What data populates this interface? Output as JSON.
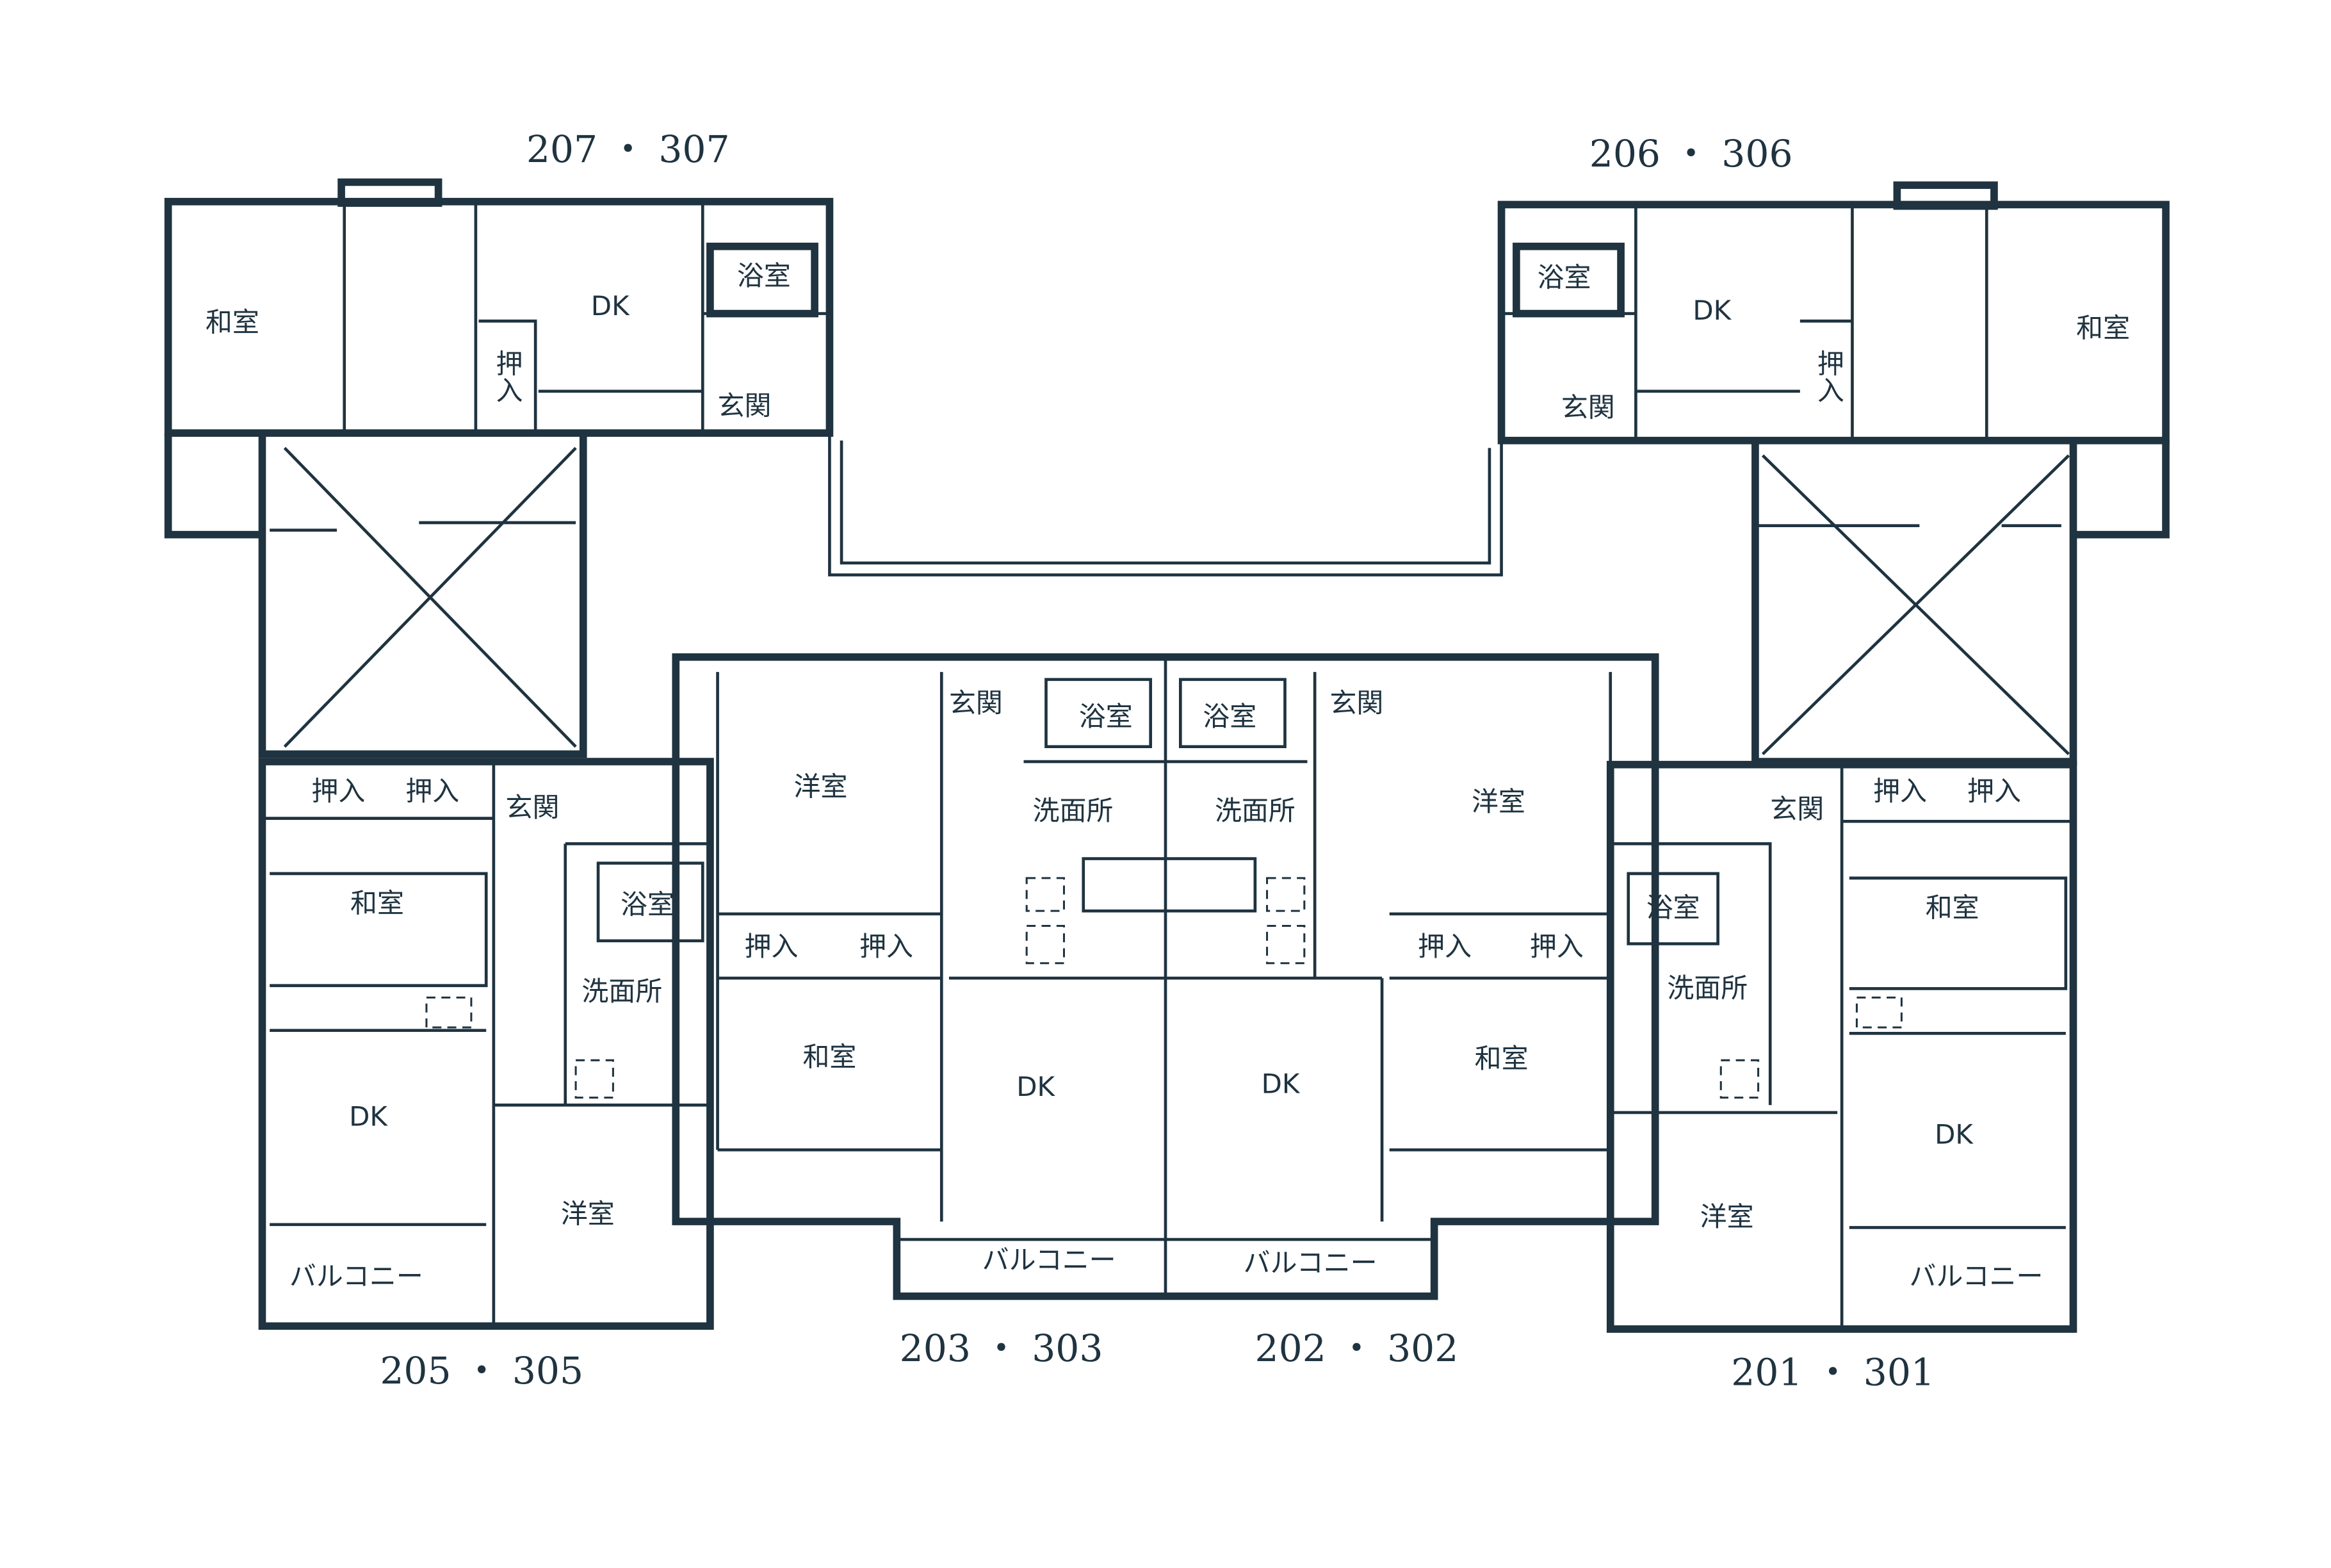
{
  "units": {
    "u207": "207 ・ 307",
    "u206": "206 ・ 306",
    "u205": "205 ・ 305",
    "u203": "203 ・ 303",
    "u202": "202 ・ 302",
    "u201": "201 ・ 301"
  },
  "rooms": {
    "tl": {
      "washitsu": "和室",
      "dk": "DK",
      "bath": "浴室",
      "oshiire": "押入",
      "genkan": "玄関"
    },
    "tr": {
      "washitsu": "和室",
      "dk": "DK",
      "bath": "浴室",
      "oshiire": "押入",
      "genkan": "玄関"
    },
    "u205": {
      "oshiire1": "押入",
      "oshiire2": "押入",
      "genkan": "玄関",
      "washitsu": "和室",
      "bath": "浴室",
      "senmen": "洗面所",
      "dk": "DK",
      "yoshitsu": "洋室",
      "balcony": "バルコニー"
    },
    "u203": {
      "yoshitsu": "洋室",
      "genkan": "玄関",
      "bath": "浴室",
      "senmen": "洗面所",
      "oshiire1": "押入",
      "oshiire2": "押入",
      "washitsu": "和室",
      "dk": "DK",
      "balcony": "バルコニー"
    },
    "u202": {
      "yoshitsu": "洋室",
      "genkan": "玄関",
      "bath": "浴室",
      "senmen": "洗面所",
      "oshiire1": "押入",
      "oshiire2": "押入",
      "washitsu": "和室",
      "dk": "DK",
      "balcony": "バルコニー"
    },
    "u201": {
      "oshiire1": "押入",
      "oshiire2": "押入",
      "genkan": "玄関",
      "washitsu": "和室",
      "bath": "浴室",
      "senmen": "洗面所",
      "dk": "DK",
      "yoshitsu": "洋室",
      "balcony": "バルコニー"
    }
  }
}
